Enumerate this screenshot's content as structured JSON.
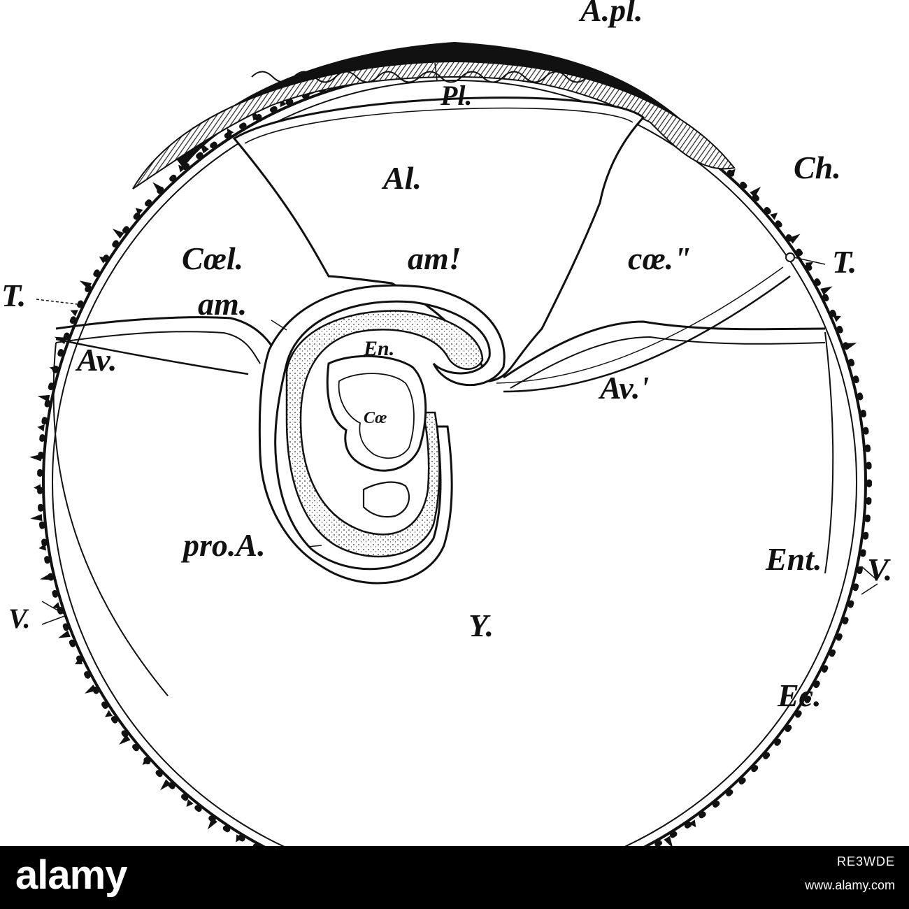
{
  "diagram": {
    "labels": {
      "apl": "A.pl.",
      "pl": "Pl.",
      "al": "Al.",
      "ch": "Ch.",
      "coel": "Cœl.",
      "am_prime": "am!",
      "coe_dprime": "cœ.\"",
      "t_right": "T.",
      "t_left": "T.",
      "am": "am.",
      "av": "Av.",
      "en": "En.",
      "coe_inner": "Cœ",
      "av_prime": "Av.'",
      "pro_a": "pro.A.",
      "ent": "Ent.",
      "v_right": "V.",
      "v_left": "V.",
      "y": "Y.",
      "ec": "Ec."
    }
  },
  "footer": {
    "wordmark": "alamy",
    "image_id": "RE3WDE",
    "website": "www.alamy.com"
  },
  "colors": {
    "ink": "#111111",
    "paper": "#ffffff",
    "footer_bg": "#000000"
  }
}
